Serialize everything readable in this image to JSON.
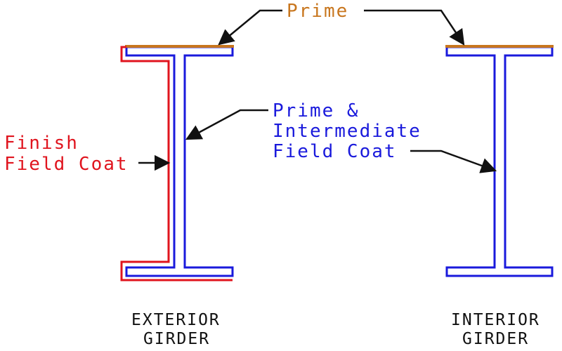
{
  "labels": {
    "prime": "Prime",
    "prime_intermediate_line1": "Prime &",
    "prime_intermediate_line2": "Intermediate",
    "prime_intermediate_line3": "Field Coat",
    "finish_line1": "Finish",
    "finish_line2": "Field Coat",
    "exterior_line1": "EXTERIOR",
    "exterior_line2": "GIRDER",
    "interior_line1": "INTERIOR",
    "interior_line2": "GIRDER"
  },
  "colors": {
    "prime": "#c8761e",
    "intermediate": "#1a1adc",
    "finish": "#e0141e",
    "text_dark": "#111111",
    "arrow": "#111111"
  }
}
